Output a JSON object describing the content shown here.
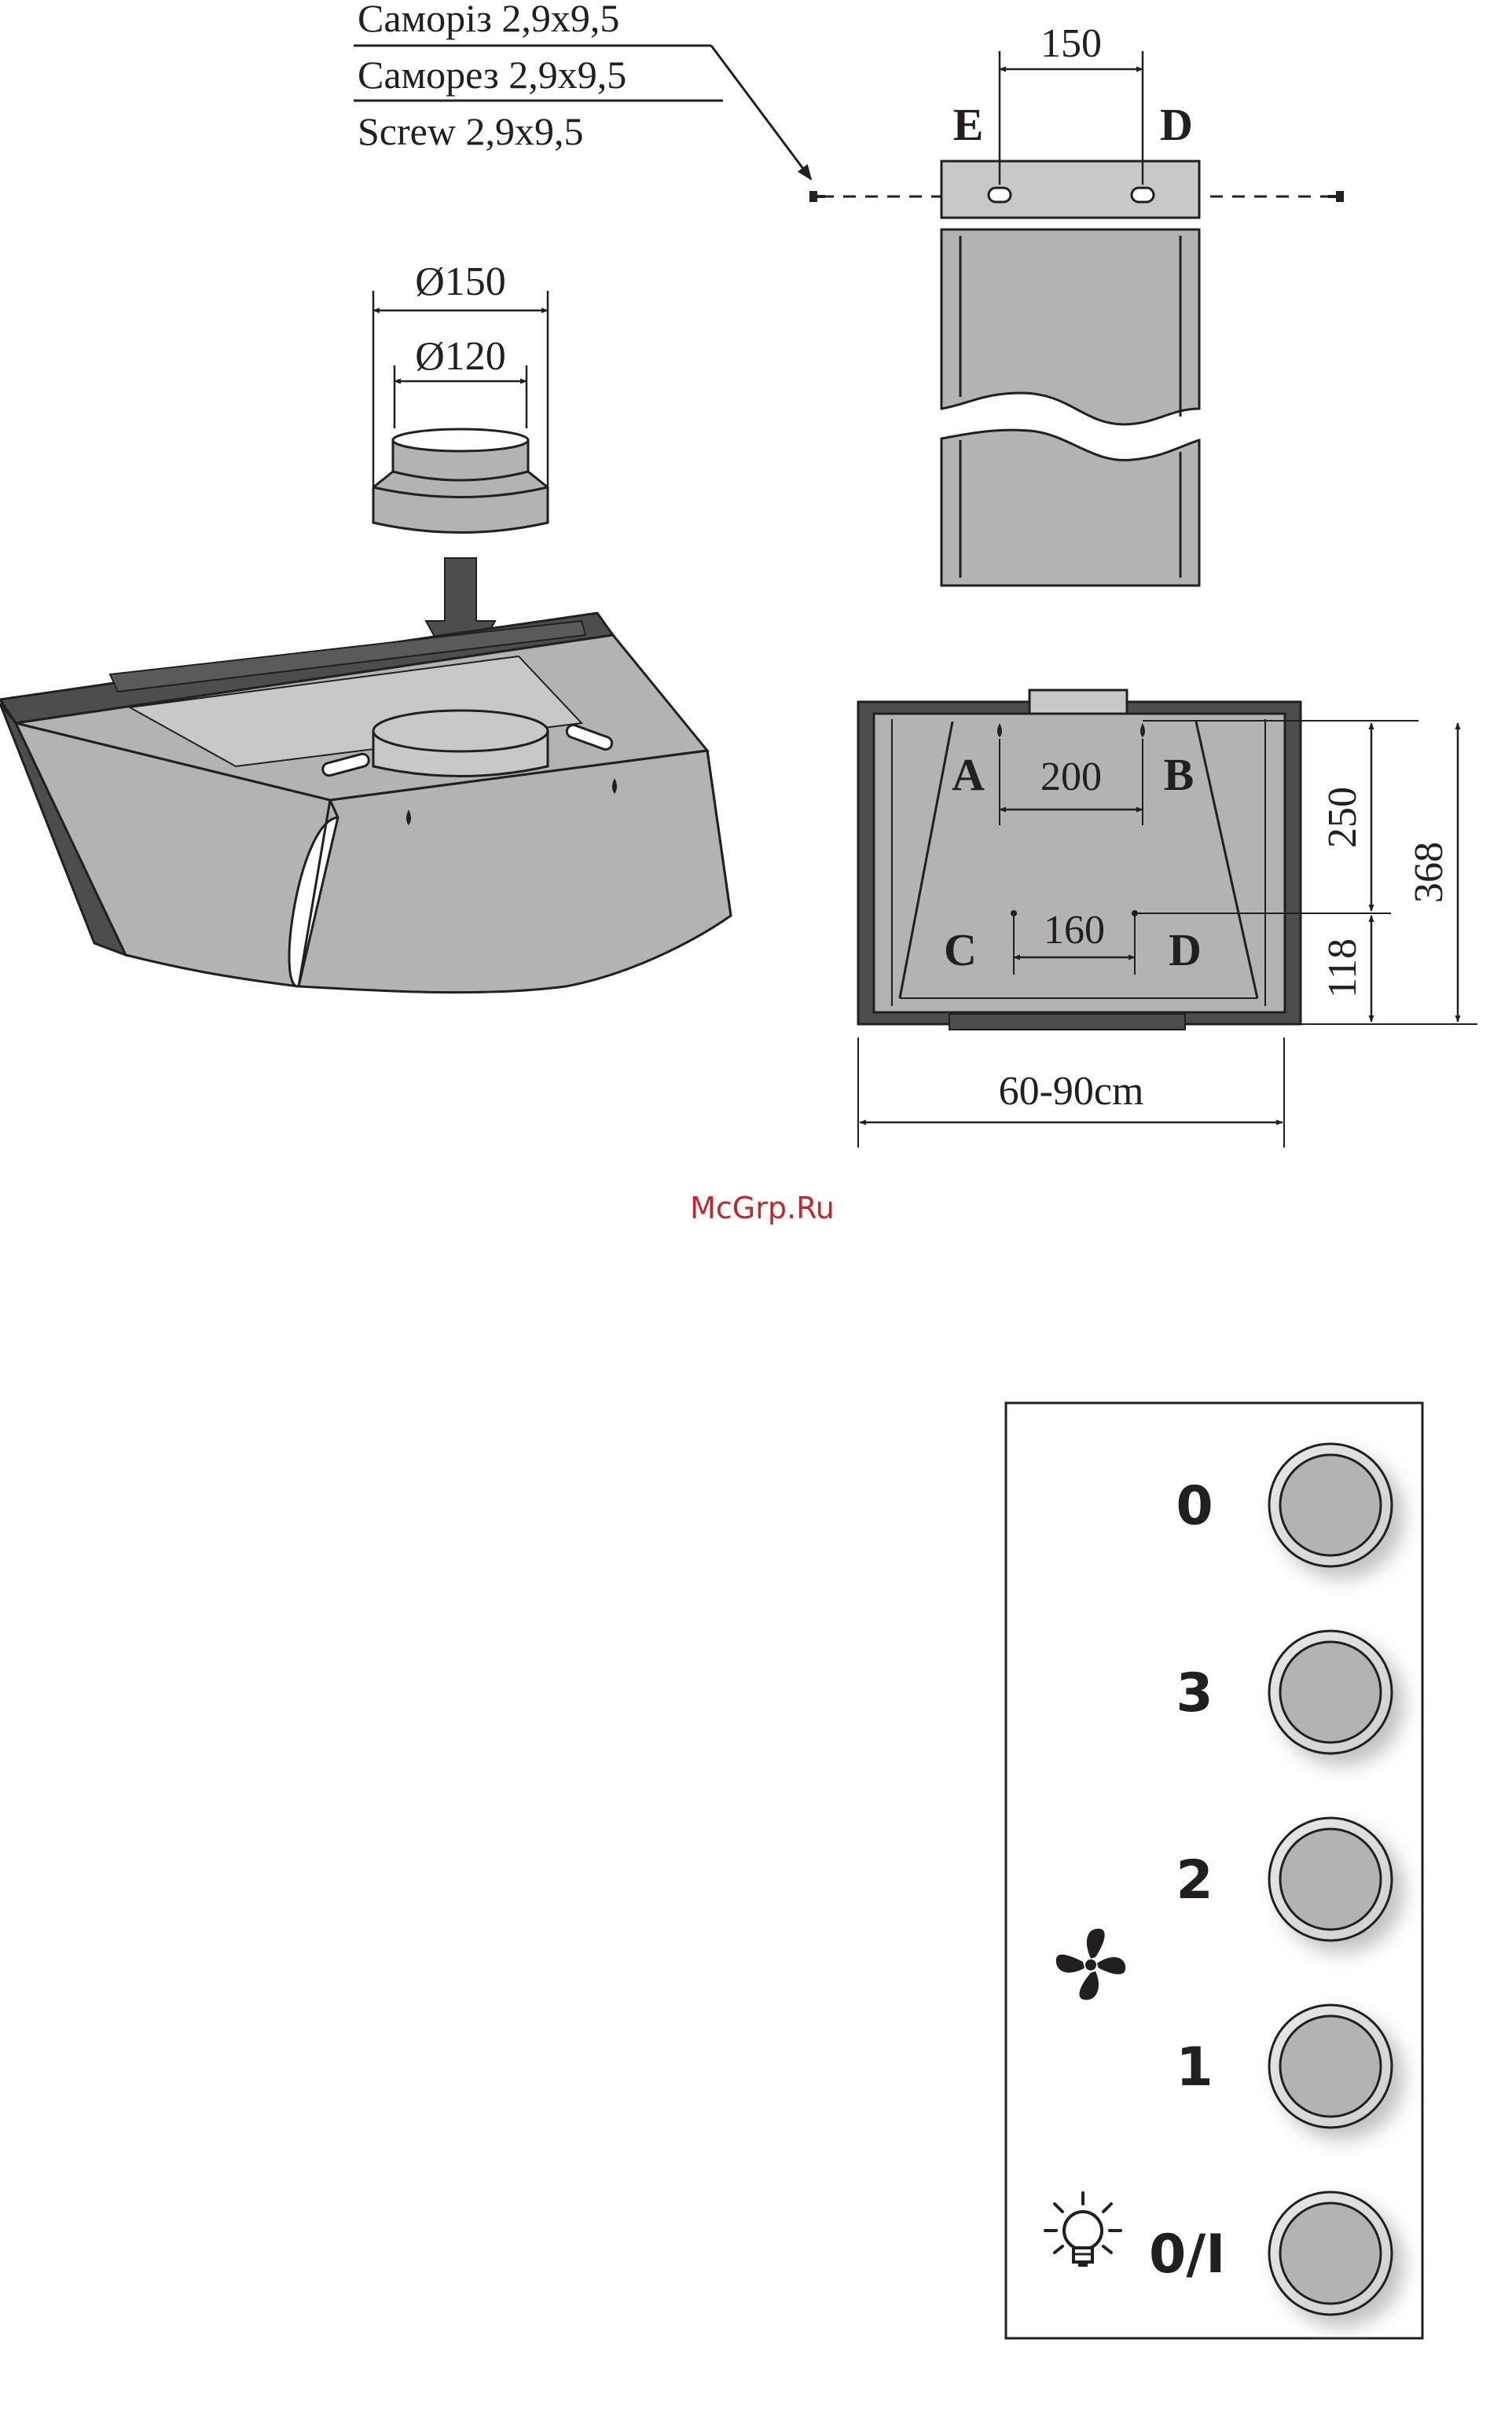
{
  "screw_labels": {
    "ukrainian": "Саморіз 2,9x9,5",
    "russian": "Саморез 2,9x9,5",
    "english": "Screw 2,9x9,5"
  },
  "adapter": {
    "outer_diameter": "Ø150",
    "inner_diameter": "Ø120"
  },
  "bracket": {
    "spacing": "150",
    "left_hole": "E",
    "right_hole": "D"
  },
  "mounting": {
    "hole_a": "A",
    "hole_b": "B",
    "hole_c": "C",
    "hole_d": "D",
    "spacing_top": "200",
    "spacing_bottom": "160",
    "depth_upper": "250",
    "depth_lower": "118",
    "depth_total": "368",
    "width": "60-90cm"
  },
  "watermark": "McGrp.Ru",
  "control_panel": {
    "buttons": [
      {
        "label": "0"
      },
      {
        "label": "3"
      },
      {
        "label": "2"
      },
      {
        "label": "1"
      },
      {
        "label": "0/I"
      }
    ]
  },
  "colors": {
    "line": "#231f20",
    "metal": "#b3b3b3",
    "metal_light": "#c8c8c8",
    "dark": "#4d4d4d",
    "watermark": "#c0272d"
  }
}
